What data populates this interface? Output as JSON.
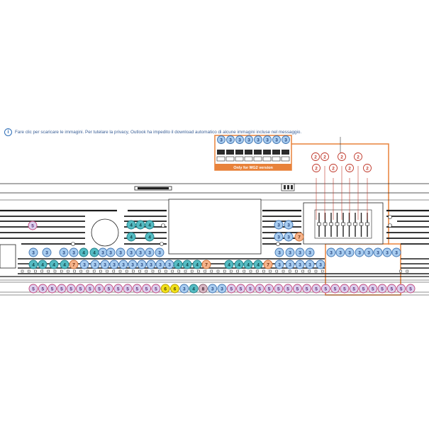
{
  "notice": {
    "icon": "info-icon",
    "text": "Fare clic per scaricare le immagini. Per tutelare la privacy, Outlook ha impedito il download automatico di alcune immagini incluse nel messaggio."
  },
  "callout": {
    "label": "Only for MG2 version",
    "accent": "#e8823a"
  },
  "bubble_colors": {
    "2": {
      "fill": "#ffffff",
      "stroke": "#c0392b",
      "text": "#c0392b"
    },
    "3": {
      "fill": "#a9cdf0",
      "stroke": "#3f73b0",
      "text": "#1f3f7a"
    },
    "4": {
      "fill": "#55bcc3",
      "stroke": "#1d7e86",
      "text": "#0d3d42"
    },
    "5": {
      "fill": "#dcd0ee",
      "stroke": "#c2447a",
      "text": "#5a2870"
    },
    "6": {
      "fill": "#f2e21a",
      "stroke": "#b49b00",
      "text": "#4a3b00"
    },
    "7": {
      "fill": "#f6b38a",
      "stroke": "#c96a2e",
      "text": "#6a2a08"
    },
    "8": {
      "fill": "#d8b8c4",
      "stroke": "#8a5a6a",
      "text": "#3a1a2a"
    }
  },
  "bubbles": {
    "mg2_row": [
      "3",
      "3",
      "3",
      "3",
      "3",
      "3",
      "3",
      "3"
    ],
    "top_twos": [
      "2",
      "2",
      "2",
      "2"
    ],
    "mid_twos": [
      "2",
      "2",
      "2",
      "2"
    ],
    "top_left": [
      "5"
    ],
    "block_upper": [
      "4",
      "4",
      "4"
    ],
    "block_mid": [
      "4",
      "4"
    ],
    "right_upper": [
      "3",
      "3"
    ],
    "right_mid": [
      "3",
      "3",
      "7"
    ],
    "row_a": [
      "3",
      "3",
      "3",
      "3",
      "4",
      "4",
      "3",
      "3",
      "3",
      "3",
      "3",
      "3",
      "3",
      "3",
      "3",
      "3",
      "3",
      "3",
      "3",
      "3",
      "3",
      "3",
      "3",
      "3",
      "3"
    ],
    "row_b": [
      "4",
      "4",
      "4",
      "4",
      "7",
      "3",
      "3",
      "3",
      "3",
      "3",
      "3",
      "3",
      "3",
      "3",
      "3",
      "4",
      "4",
      "4",
      "7",
      "4",
      "4",
      "4",
      "4",
      "7",
      "3",
      "3",
      "3",
      "3",
      "3"
    ],
    "row_c": [
      "5",
      "5",
      "5",
      "5",
      "5",
      "5",
      "5",
      "5",
      "5",
      "5",
      "5",
      "5",
      "5",
      "5",
      "6",
      "6",
      "3",
      "4",
      "8",
      "3",
      "3",
      "5",
      "5",
      "5",
      "5",
      "5",
      "5",
      "5",
      "5",
      "5",
      "5",
      "5",
      "5",
      "5",
      "5",
      "5",
      "5",
      "5",
      "5",
      "5",
      "5"
    ]
  }
}
